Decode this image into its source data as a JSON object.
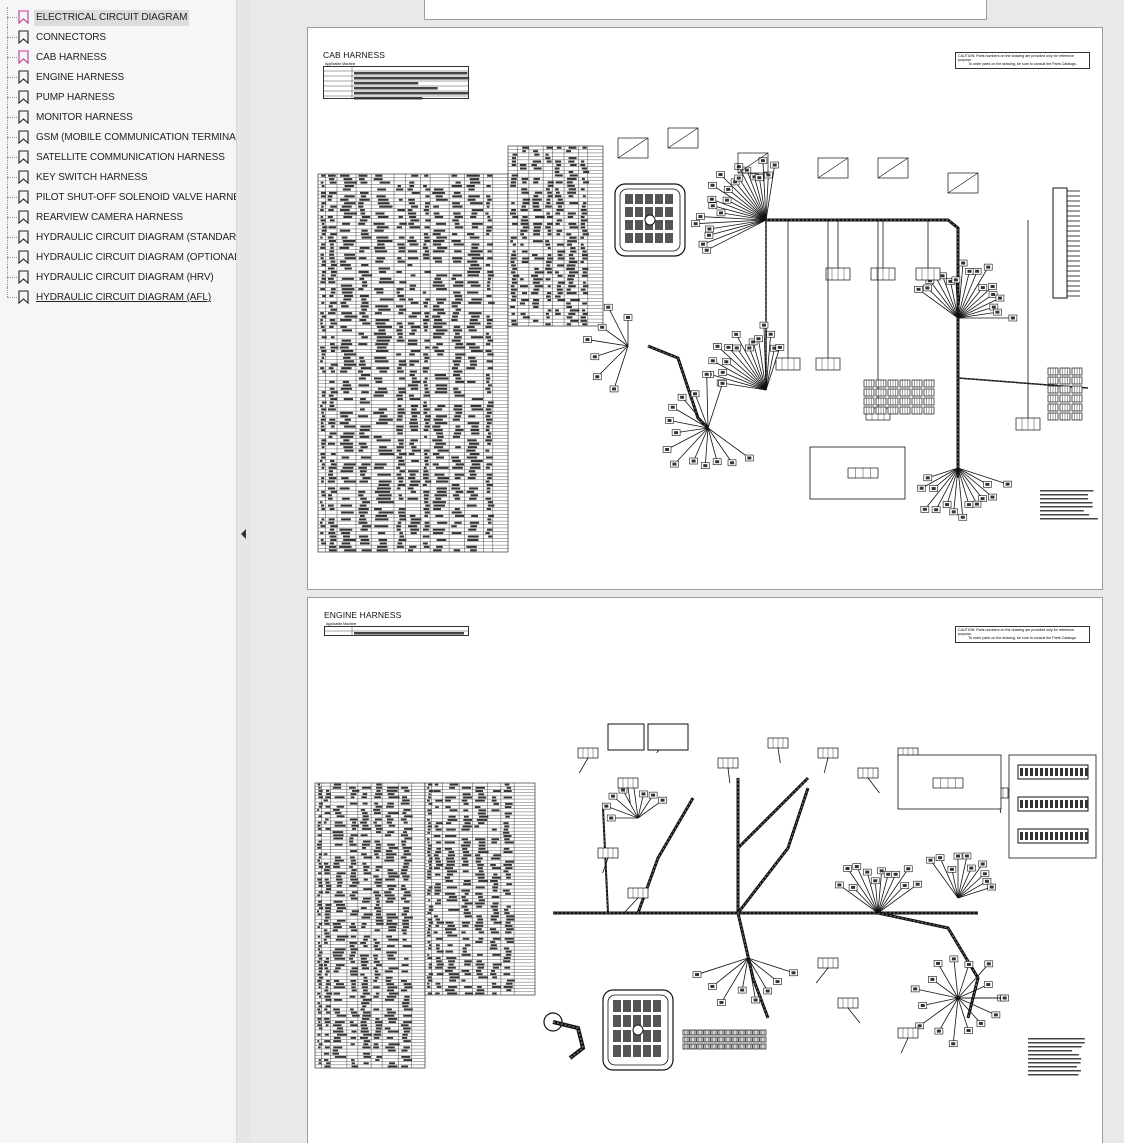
{
  "sidebar": {
    "bookmarks": [
      {
        "label": "ELECTRICAL CIRCUIT DIAGRAM",
        "icon": "bookmark-pink-icon",
        "selected": true
      },
      {
        "label": "CONNECTORS",
        "icon": "bookmark-icon"
      },
      {
        "label": "CAB HARNESS",
        "icon": "bookmark-pink-icon"
      },
      {
        "label": "ENGINE HARNESS",
        "icon": "bookmark-icon"
      },
      {
        "label": "PUMP HARNESS",
        "icon": "bookmark-icon"
      },
      {
        "label": "MONITOR HARNESS",
        "icon": "bookmark-icon"
      },
      {
        "label": "GSM (MOBILE COMMUNICATION TERMINAL) HAR",
        "icon": "bookmark-icon"
      },
      {
        "label": "SATELLITE COMMUNICATION HARNESS",
        "icon": "bookmark-icon"
      },
      {
        "label": "KEY SWITCH HARNESS",
        "icon": "bookmark-icon"
      },
      {
        "label": "PILOT SHUT-OFF SOLENOID VALVE HARNESS",
        "icon": "bookmark-icon"
      },
      {
        "label": "REARVIEW CAMERA HARNESS",
        "icon": "bookmark-icon"
      },
      {
        "label": "HYDRAULIC CIRCUIT DIAGRAM (STANDARD)",
        "icon": "bookmark-icon"
      },
      {
        "label": "HYDRAULIC CIRCUIT DIAGRAM (OPTIONAL)",
        "icon": "bookmark-icon"
      },
      {
        "label": "HYDRAULIC CIRCUIT DIAGRAM (HRV)",
        "icon": "bookmark-icon"
      },
      {
        "label": "HYDRAULIC CIRCUIT DIAGRAM (AFL)",
        "icon": "bookmark-icon",
        "underline": true
      }
    ]
  },
  "pages": {
    "cab": {
      "title": "CAB HARNESS",
      "applicability_label": "Applicable Machine",
      "caution_line1": "CAUTION: Parts numbers on the drawing are provided only for reference purpose.",
      "caution_line2": "To order parts on the drawing, be sure to consult the Parts Catalogs."
    },
    "engine": {
      "title": "ENGINE HARNESS",
      "applicability_label": "Applicable Machine",
      "caution_line1": "CAUTION: Parts numbers on the drawing are provided only for reference purpose.",
      "caution_line2": "To order parts on the drawing, be sure to consult the Parts Catalogs."
    }
  },
  "colors": {
    "bookmark_pink": "#c0398c",
    "bookmark_dark": "#222222",
    "selected_bg": "#dcdcdc"
  }
}
